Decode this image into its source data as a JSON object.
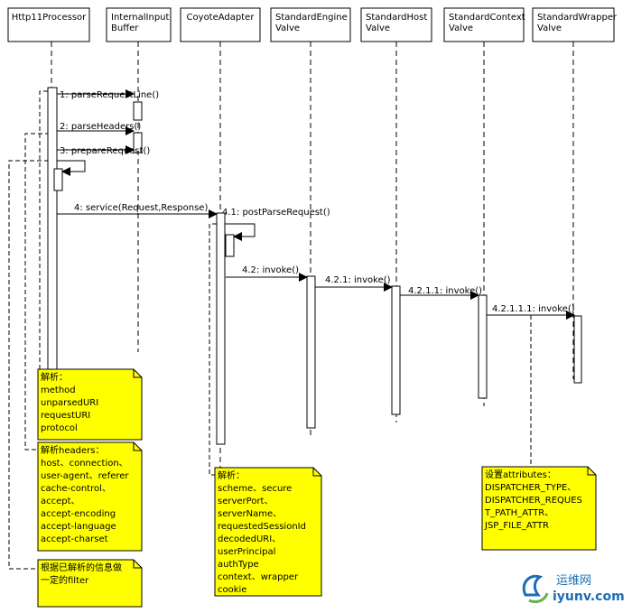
{
  "participants": [
    {
      "id": "p1",
      "lines": [
        "Http11Processor"
      ]
    },
    {
      "id": "p2",
      "lines": [
        "InternalInput",
        "Buffer"
      ]
    },
    {
      "id": "p3",
      "lines": [
        "CoyoteAdapter"
      ]
    },
    {
      "id": "p4",
      "lines": [
        "StandardEngine",
        "Valve"
      ]
    },
    {
      "id": "p5",
      "lines": [
        "StandardHost",
        "Valve"
      ]
    },
    {
      "id": "p6",
      "lines": [
        "StandardContext",
        "Valve"
      ]
    },
    {
      "id": "p7",
      "lines": [
        "StandardWrapper",
        "Valve"
      ]
    }
  ],
  "messages": [
    {
      "id": "m1",
      "label": "1: parseRequestLine()"
    },
    {
      "id": "m2",
      "label": "2: parseHeaders()"
    },
    {
      "id": "m3",
      "label": "3: prepareRequest()"
    },
    {
      "id": "m4",
      "label": "4: service(Request,Response)"
    },
    {
      "id": "m41",
      "label": "4.1: postParseRequest()"
    },
    {
      "id": "m42",
      "label": "4.2: invoke()"
    },
    {
      "id": "m421",
      "label": "4.2.1: invoke()"
    },
    {
      "id": "m4211",
      "label": "4.2.1.1: invoke()"
    },
    {
      "id": "m42111",
      "label": "4.2.1.1.1: invoke()"
    }
  ],
  "notes": [
    {
      "id": "n1",
      "lines": [
        "解析：",
        "method",
        "unparsedURI",
        "requestURI",
        "protocol"
      ]
    },
    {
      "id": "n2",
      "lines": [
        "解析headers：",
        "host、connection、",
        "user-agent、referer",
        "cache-control、",
        "accept、",
        "accept-encoding",
        "accept-language",
        "accept-charset"
      ]
    },
    {
      "id": "n3",
      "lines": [
        "根据已解析的信息做",
        "一定的filter"
      ]
    },
    {
      "id": "n4",
      "lines": [
        "解析：",
        "scheme、secure",
        "serverPort、",
        "serverName、",
        "requestedSessionId",
        "decodedURI、",
        "userPrincipal",
        "authType",
        "context、wrapper",
        "cookie"
      ]
    },
    {
      "id": "n5",
      "lines": [
        "设置attributes：",
        "DISPATCHER_TYPE、",
        "DISPATCHER_REQUES",
        "T_PATH_ATTR、",
        "JSP_FILE_ATTR"
      ]
    }
  ],
  "watermark": {
    "title": "运维网",
    "url": "iyunv.com"
  },
  "colors": {
    "note_fill": "#ffff00",
    "line": "#000000",
    "box_fill": "#ffffff",
    "watermark": "#1a6fb5"
  }
}
